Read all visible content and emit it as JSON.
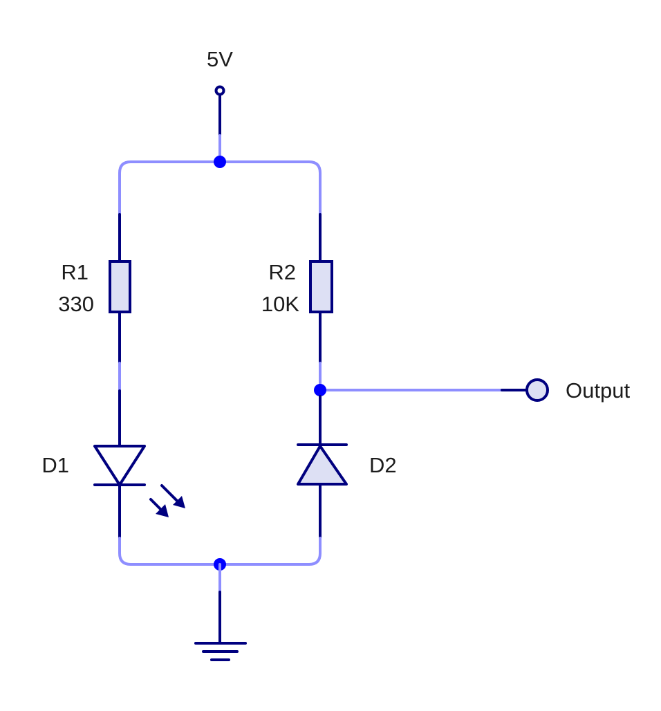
{
  "supply": {
    "label": "5V"
  },
  "output": {
    "label": "Output"
  },
  "components": {
    "r1": {
      "name": "R1",
      "value": "330"
    },
    "r2": {
      "name": "R2",
      "value": "10K"
    },
    "d1": {
      "name": "D1"
    },
    "d2": {
      "name": "D2"
    }
  },
  "colors": {
    "wire": "#8e8eff",
    "component": "#00007f",
    "component_fill": "#dde0f4",
    "junction": "#0000ff",
    "text": "#1c1c1c"
  }
}
